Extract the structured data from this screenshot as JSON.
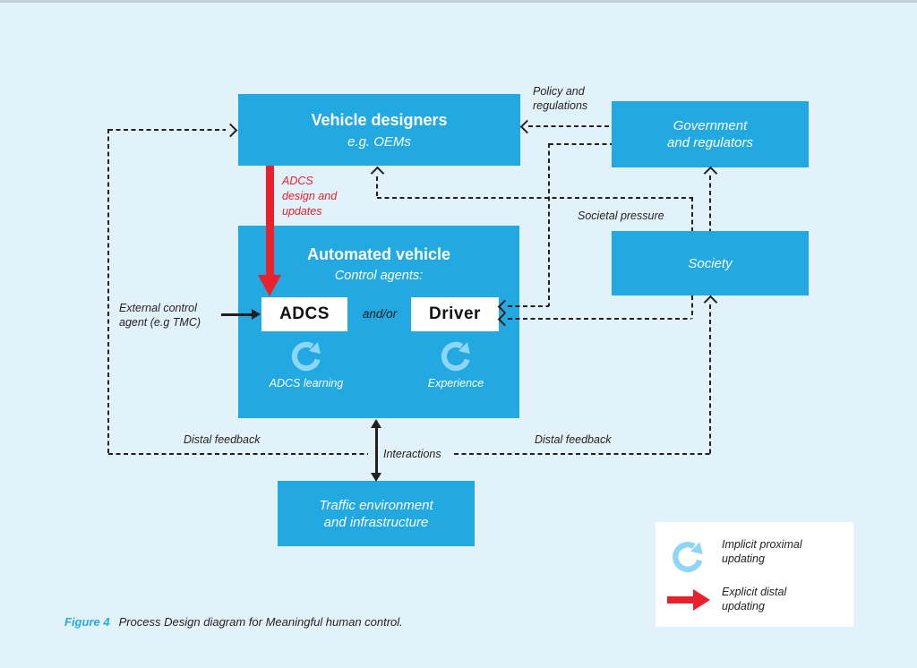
{
  "colors": {
    "background": "#e2f2fb",
    "box_blue": "#22a9e1",
    "accent_red": "#e8212d",
    "pale_blue": "#8ed6f5",
    "line_dark": "#231f20",
    "caption_blue": "#29abe2"
  },
  "boxes": {
    "vehicle_designers": {
      "title": "Vehicle designers",
      "subtitle": "e.g. OEMs"
    },
    "government": {
      "line1": "Government",
      "line2": "and regulators"
    },
    "society": {
      "label": "Society"
    },
    "automated_vehicle": {
      "title": "Automated vehicle",
      "subtitle": "Control agents:"
    },
    "adcs": {
      "label": "ADCS"
    },
    "driver": {
      "label": "Driver"
    },
    "and_or": "and/or",
    "traffic": {
      "line1": "Traffic environment",
      "line2": "and infrastructure"
    }
  },
  "annotations": {
    "policy_line1": "Policy and",
    "policy_line2": "regulations",
    "societal_pressure": "Societal pressure",
    "adcs_updates_line1": "ADCS",
    "adcs_updates_line2": "design and",
    "adcs_updates_line3": "updates",
    "external_line1": "External control",
    "external_line2": "agent (e.g TMC)",
    "adcs_learning": "ADCS learning",
    "experience": "Experience",
    "distal_feedback_left": "Distal feedback",
    "distal_feedback_right": "Distal feedback",
    "interactions": "Interactions"
  },
  "legend": {
    "implicit_line1": "Implicit proximal",
    "implicit_line2": "updating",
    "explicit_line1": "Explicit distal",
    "explicit_line2": "updating"
  },
  "caption": {
    "label": "Figure 4",
    "text": "Process Design diagram for Meaningful human control."
  }
}
